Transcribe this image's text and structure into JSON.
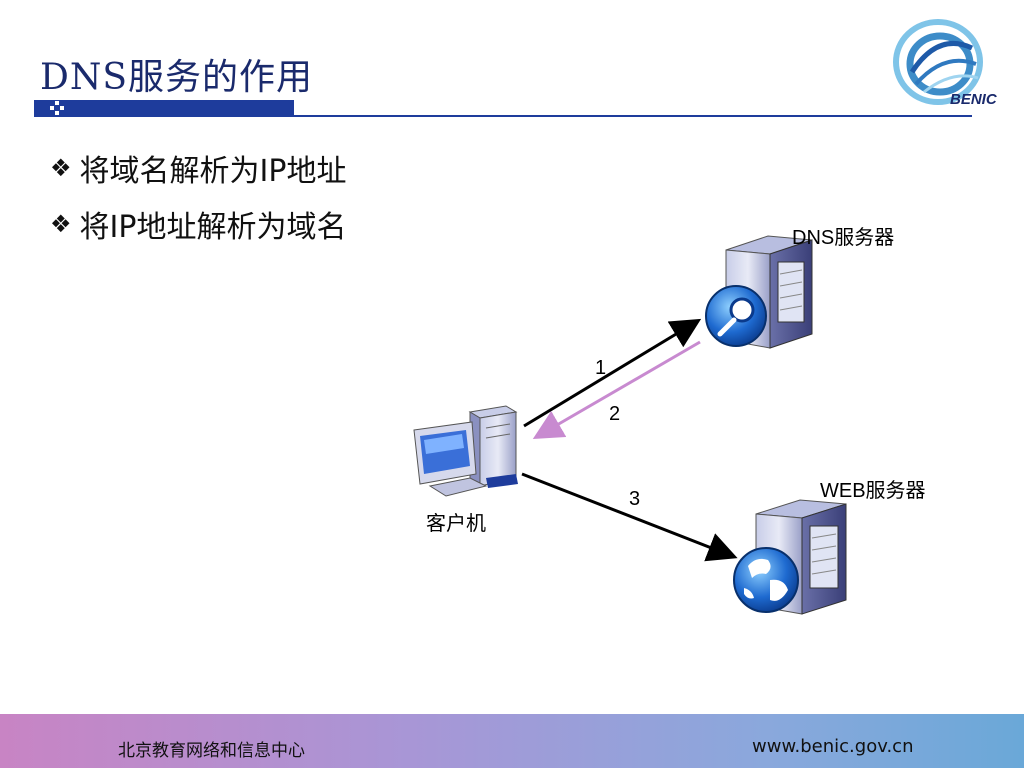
{
  "slide": {
    "title": "DNS服务的作用",
    "logo_text": "BENIC"
  },
  "bullets": [
    {
      "text": "将域名解析为IP地址",
      "icon": "diamond-bullet-icon"
    },
    {
      "text": "将IP地址解析为域名",
      "icon": "diamond-bullet-icon"
    }
  ],
  "diagram": {
    "dns_server_label": "DNS服务器",
    "web_server_label": "WEB服务器",
    "client_label": "客户机",
    "arrow_1_label": "1",
    "arrow_2_label": "2",
    "arrow_3_label": "3",
    "colors": {
      "request": "#000000",
      "response": "#c88ad0"
    }
  },
  "footer": {
    "left_text": "北京教育网络和信息中心",
    "right_text": "www.benic.gov.cn"
  }
}
